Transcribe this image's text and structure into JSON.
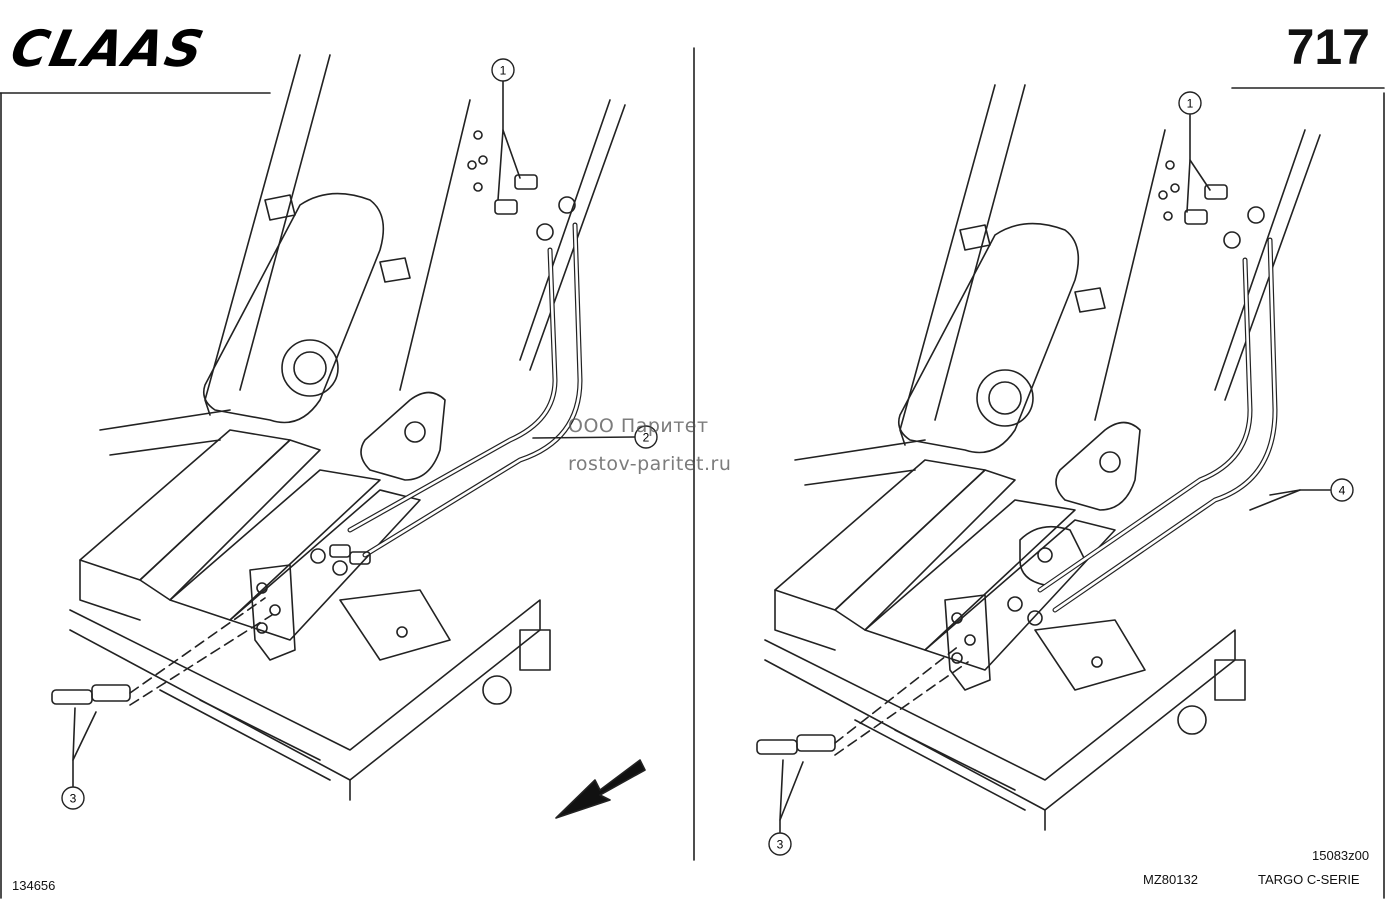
{
  "header": {
    "brand": "CLAAS",
    "page_number": "717"
  },
  "codes": {
    "left_figure": "134656",
    "center_figure": "MZ80132",
    "right_figure": "15083z00",
    "series": "TARGO C-SERIE"
  },
  "watermark": {
    "line1": "ООО Паритет",
    "line2": "rostov-paritet.ru"
  },
  "callouts": {
    "left": [
      "1",
      "2",
      "3"
    ],
    "right": [
      "1",
      "3",
      "4"
    ]
  }
}
